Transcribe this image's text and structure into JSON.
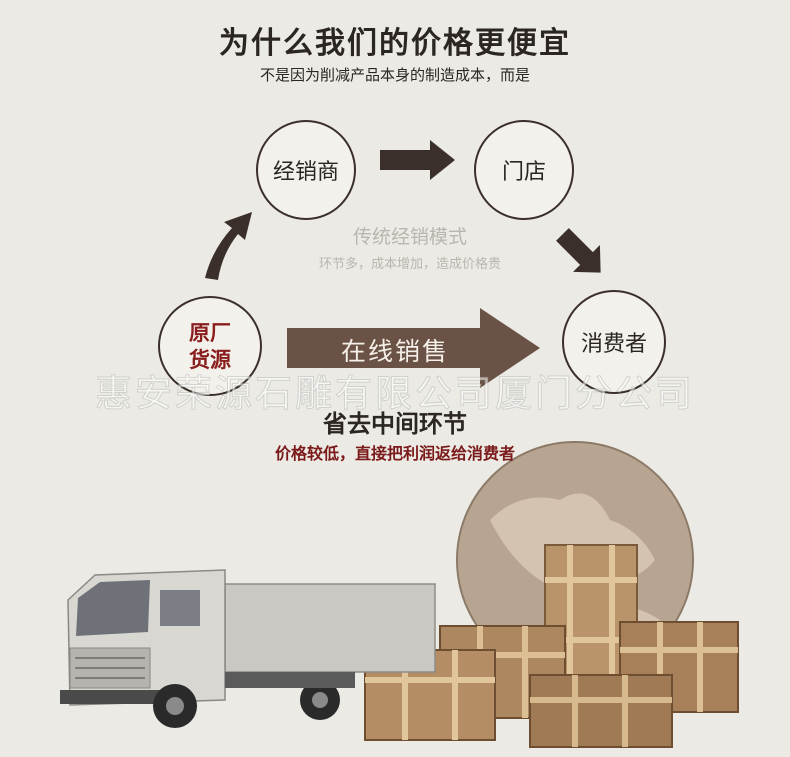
{
  "header": {
    "title": "为什么我们的价格更便宜",
    "subtitle": "不是因为削减产品本身的制造成本，而是"
  },
  "cycle": {
    "dealer": "经销商",
    "store": "门店",
    "consumer": "消费者",
    "source_line1": "原厂",
    "source_line2": "货源",
    "traditional_title": "传统经销模式",
    "traditional_sub": "环节多，成本增加，造成价格贵",
    "online_label": "在线销售"
  },
  "watermark": "惠安荣源石雕有限公司厦门分公司",
  "footer": {
    "title": "省去中间环节",
    "subtitle": "价格较低，直接把利润返给消费者"
  },
  "colors": {
    "background": "#eceae4",
    "arrow": "#3a2f2a",
    "source_text": "#8a1e1e",
    "online_arrow": "#6b5246"
  }
}
